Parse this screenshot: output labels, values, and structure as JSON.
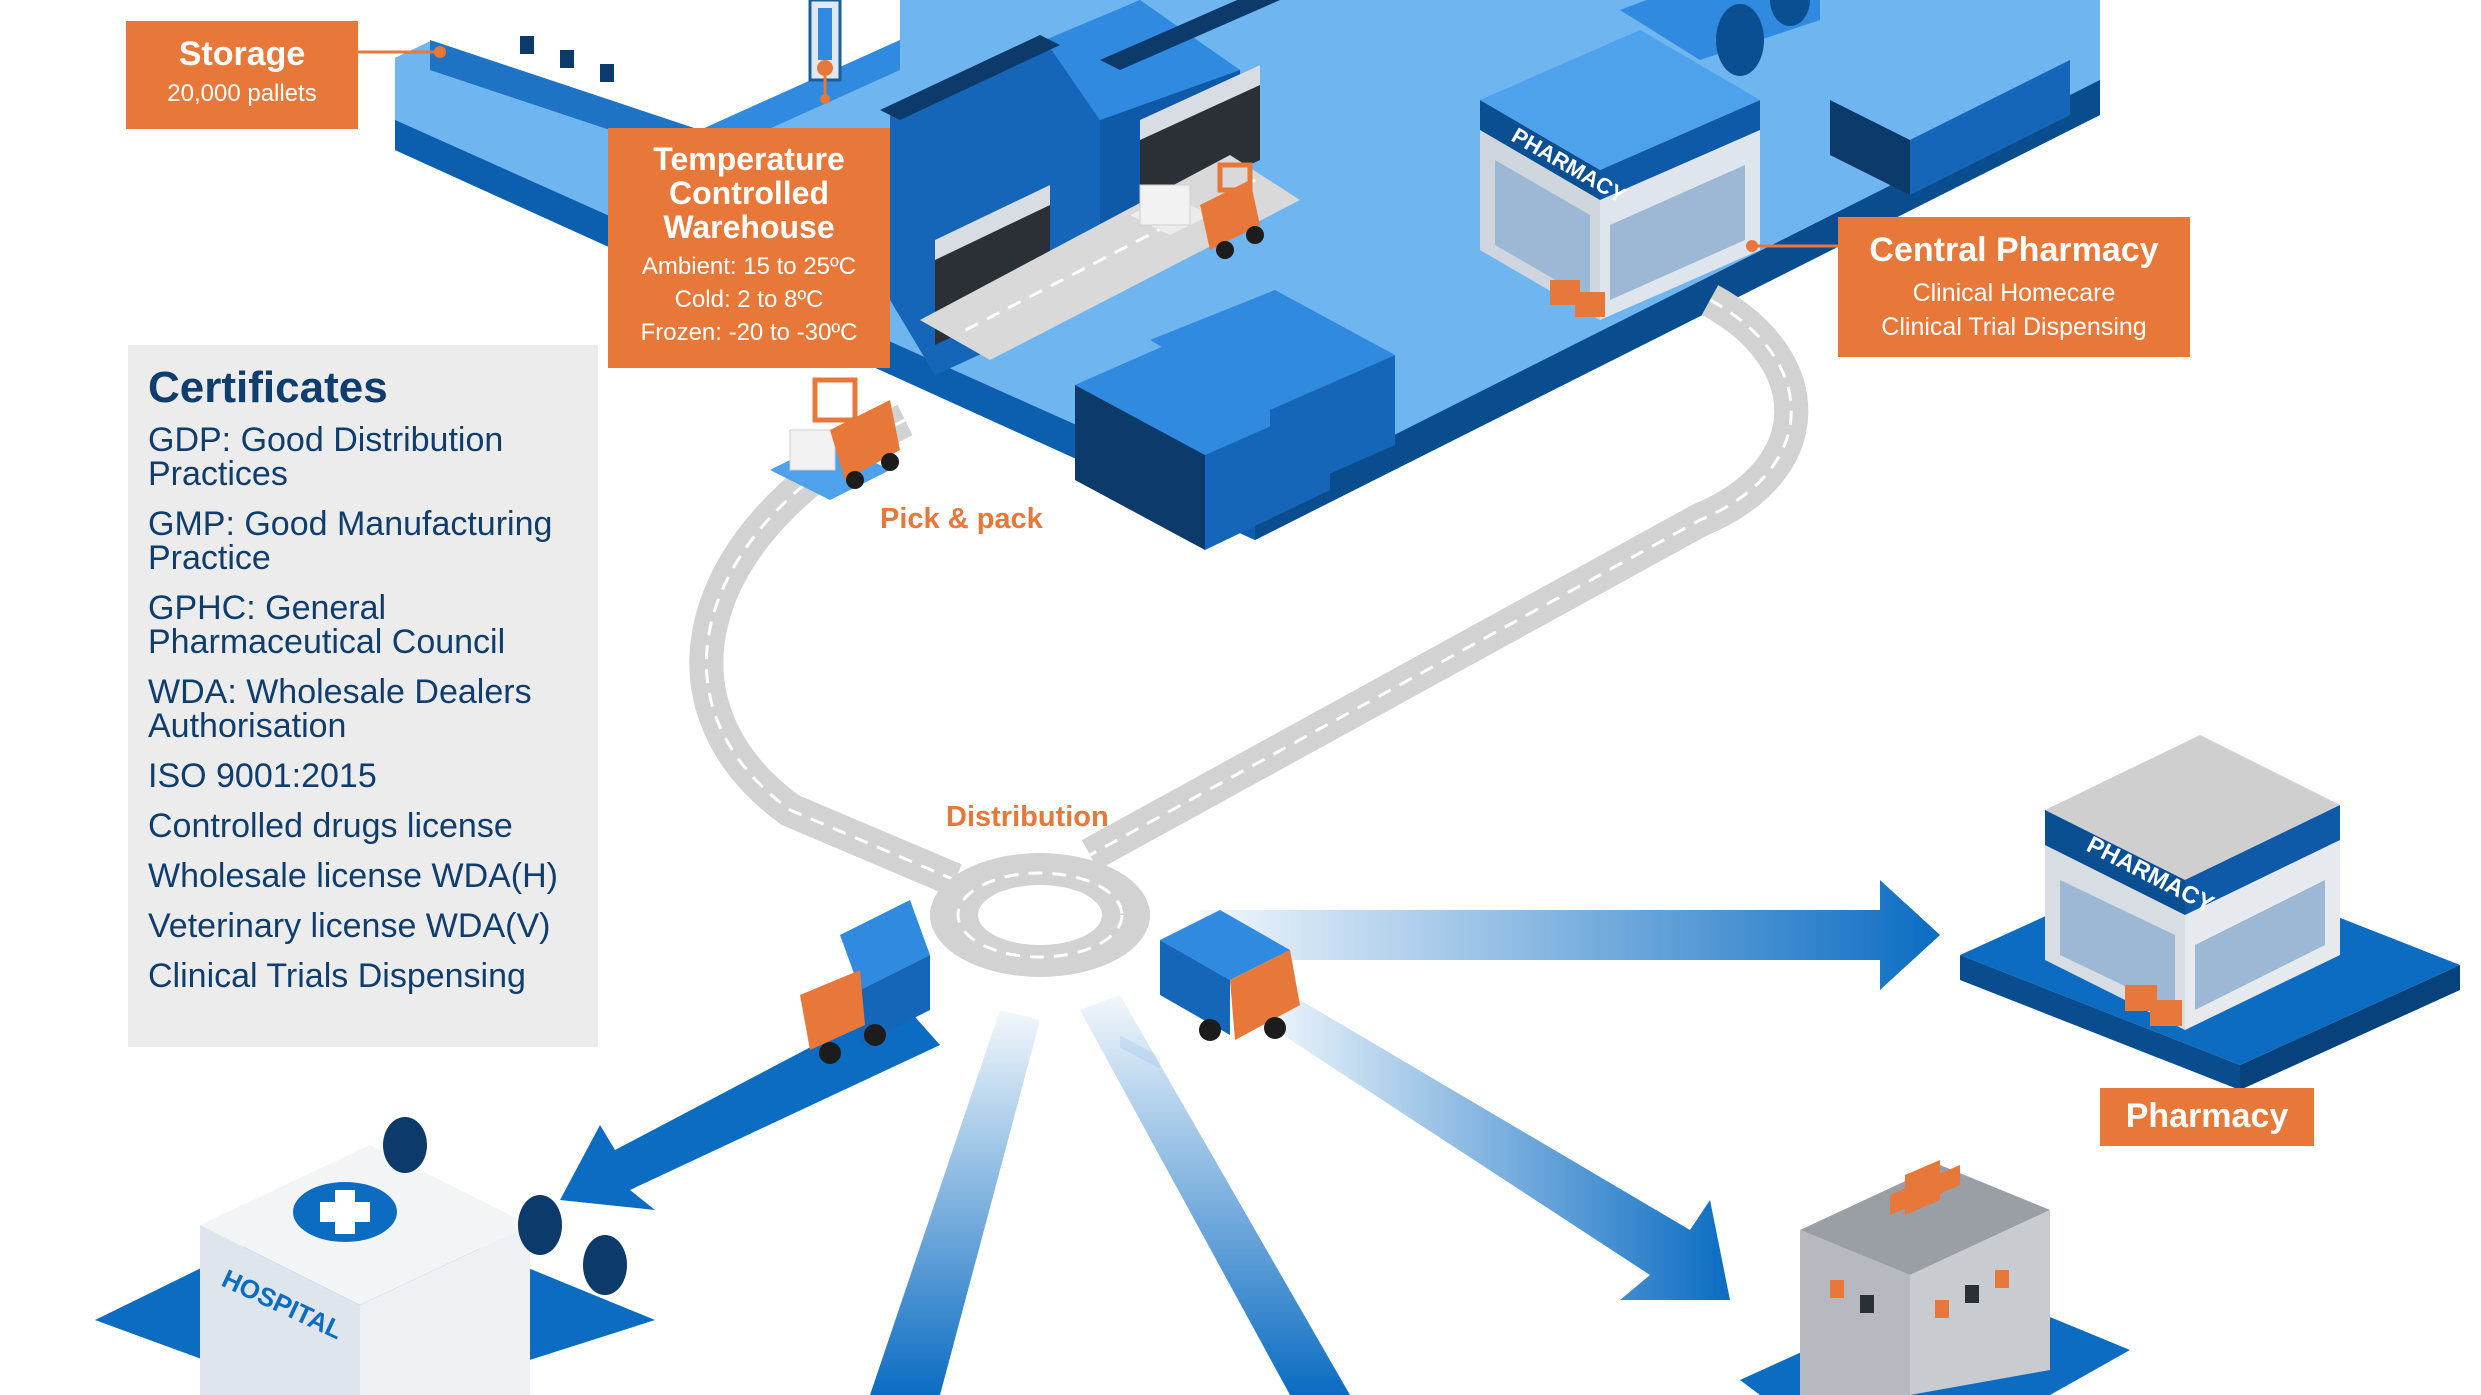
{
  "labels": {
    "storage": {
      "title": "Storage",
      "subtitle": "20,000 pallets"
    },
    "temperature": {
      "title": "Temperature Controlled Warehouse",
      "lines": [
        "Ambient: 15 to 25ºC",
        "Cold: 2 to 8ºC",
        "Frozen: -20 to -30ºC"
      ]
    },
    "central_pharmacy": {
      "title": "Central Pharmacy",
      "lines": [
        "Clinical Homecare",
        "Clinical Trial Dispensing"
      ]
    },
    "pick_pack": "Pick & pack",
    "distribution": "Distribution",
    "pharmacy": "Pharmacy"
  },
  "signs": {
    "pharmacy_sign": "PHARMACY",
    "hospital_sign": "HOSPITAL"
  },
  "certificates": {
    "title": "Certificates",
    "items": [
      "GDP: Good Distribution Practices",
      "GMP: Good Manufacturing Practice",
      "GPHC: General Pharmaceutical Council",
      "WDA: Wholesale Dealers Authorisation",
      "ISO 9001:2015",
      "Controlled drugs license",
      "Wholesale license WDA(H)",
      "Veterinary license WDA(V)",
      "Clinical Trials Dispensing"
    ]
  },
  "colors": {
    "brand_blue": "#0b6cc2",
    "light_blue": "#6fb5ef",
    "orange": "#e8773a",
    "navy": "#0e3d6e"
  }
}
